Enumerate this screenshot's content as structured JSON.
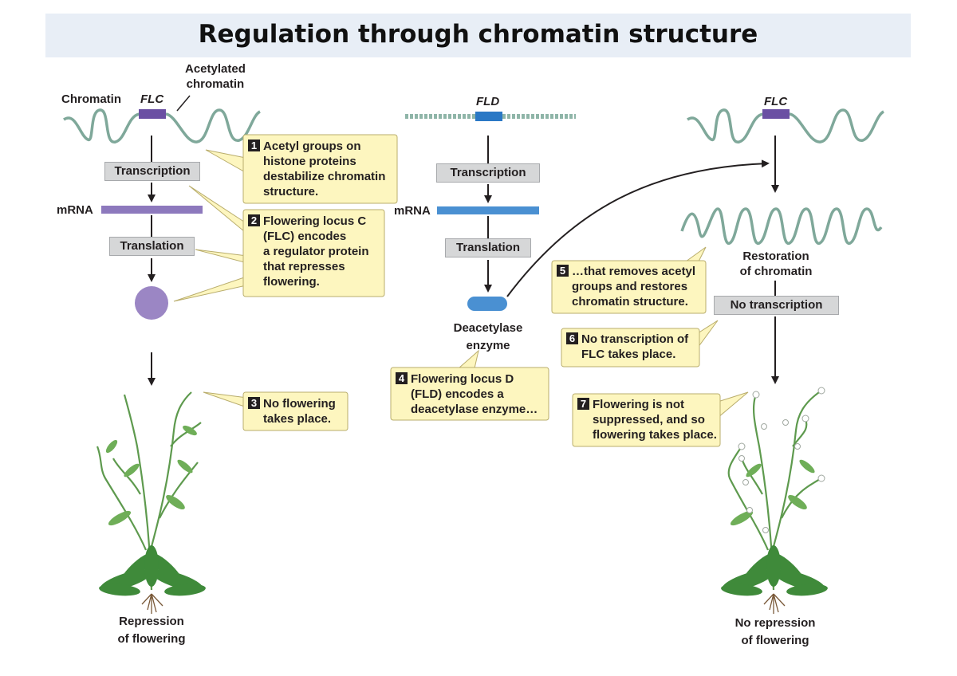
{
  "title": "Regulation through chromatin structure",
  "labels": {
    "acetylated_chromatin": [
      "Acetylated",
      "chromatin"
    ],
    "chromatin": "Chromatin",
    "flc_left": "FLC",
    "fld": "FLD",
    "flc_right": "FLC",
    "mrna_left": "mRNA",
    "mrna_mid": "mRNA",
    "deacetylase_enzyme": [
      "Deacetylase",
      "enzyme"
    ],
    "restoration_of_chromatin": [
      "Restoration",
      "of chromatin"
    ],
    "repression_of_flowering": [
      "Repression",
      "of flowering"
    ],
    "no_repression_of_flowering": [
      "No repression",
      "of flowering"
    ]
  },
  "process_boxes": {
    "transcription_left": "Transcription",
    "translation_left": "Translation",
    "transcription_mid": "Transcription",
    "translation_mid": "Translation",
    "no_transcription": "No transcription"
  },
  "steps": [
    {
      "num": "1",
      "lines": [
        "Acetyl groups on",
        "histone proteins",
        "destabilize chromatin",
        "structure."
      ]
    },
    {
      "num": "2",
      "lines": [
        "Flowering locus C",
        "(FLC) encodes",
        "a regulator protein",
        "that represses",
        "flowering."
      ]
    },
    {
      "num": "3",
      "lines": [
        "No flowering",
        "takes place."
      ]
    },
    {
      "num": "4",
      "lines": [
        "Flowering locus D",
        "(FLD) encodes a",
        "deacetylase enzyme…"
      ]
    },
    {
      "num": "5",
      "lines": [
        "…that removes acetyl",
        "groups and restores",
        "chromatin structure."
      ]
    },
    {
      "num": "6",
      "lines": [
        "No transcription of",
        "FLC takes place."
      ]
    },
    {
      "num": "7",
      "lines": [
        "Flowering is not",
        "suppressed, and so",
        "flowering takes place."
      ]
    }
  ],
  "colors": {
    "chromatin": "#7fa89a",
    "flc_band": "#6a4fa3",
    "fld_band": "#2a78c5",
    "mrna_left": "#8d79bd",
    "mrna_mid": "#4a90d2",
    "protein": "#9b86c4",
    "enzyme": "#4a90d2",
    "callout_fill": "#fdf6bf",
    "callout_border": "#b9ad6c",
    "process_box": "#d6d7d8",
    "banner": "#e8eef6",
    "plant_green": "#5e9a4e",
    "root_brown": "#7a5a3a"
  }
}
